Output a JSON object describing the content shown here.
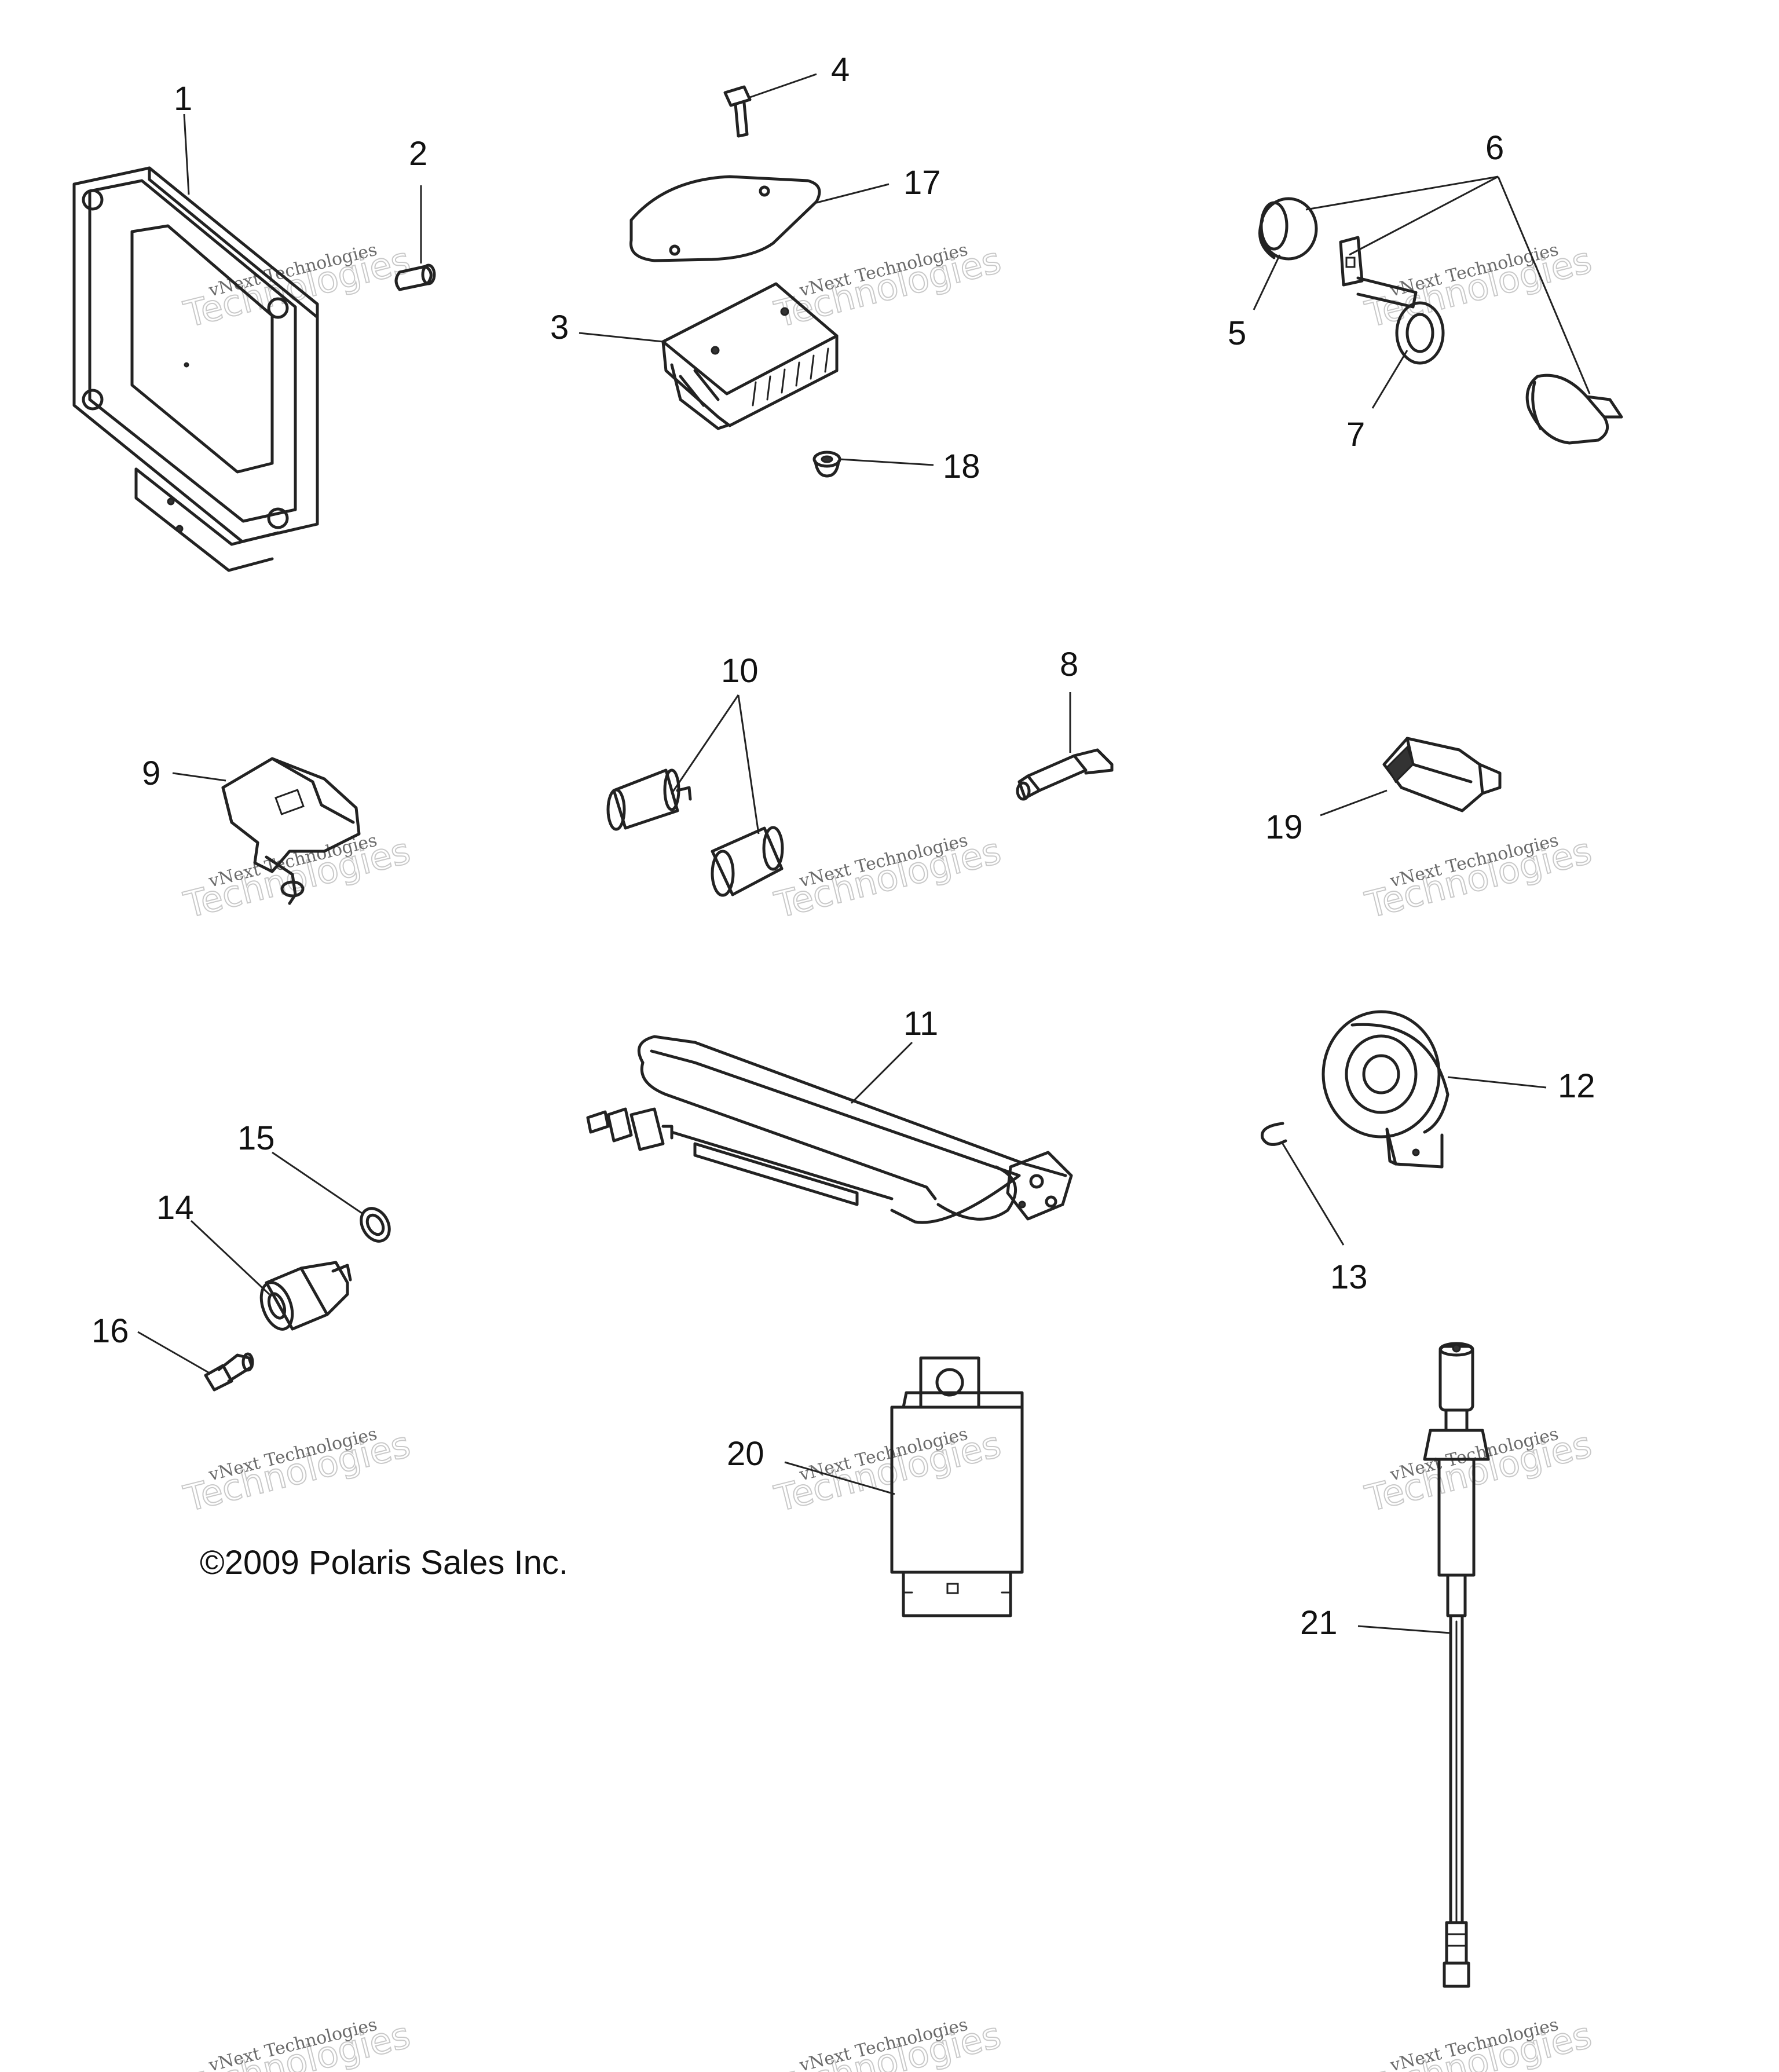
{
  "callouts": [
    "1",
    "2",
    "3",
    "4",
    "5",
    "6",
    "7",
    "8",
    "9",
    "10",
    "11",
    "12",
    "13",
    "14",
    "15",
    "16",
    "17",
    "18",
    "19",
    "20",
    "21"
  ],
  "copyright": "©2009 Polaris Sales Inc.",
  "watermark": {
    "line1": "vNext Technologies",
    "line2": "Technologies"
  },
  "parts": [
    {
      "id": "1",
      "icon": "ecu-module-icon"
    },
    {
      "id": "2",
      "icon": "pin-icon"
    },
    {
      "id": "3",
      "icon": "regulator-icon"
    },
    {
      "id": "4",
      "icon": "screw-icon"
    },
    {
      "id": "5",
      "icon": "cap-icon"
    },
    {
      "id": "6",
      "icon": "key-switch-icon"
    },
    {
      "id": "7",
      "icon": "nut-icon"
    },
    {
      "id": "8",
      "icon": "temperature-sensor-icon"
    },
    {
      "id": "9",
      "icon": "map-sensor-icon"
    },
    {
      "id": "10",
      "icon": "fuse-icon"
    },
    {
      "id": "11",
      "icon": "harness-icon"
    },
    {
      "id": "12",
      "icon": "knock-sensor-icon"
    },
    {
      "id": "13",
      "icon": "clip-icon"
    },
    {
      "id": "14",
      "icon": "speed-sensor-icon"
    },
    {
      "id": "15",
      "icon": "o-ring-icon"
    },
    {
      "id": "16",
      "icon": "bolt-icon"
    },
    {
      "id": "17",
      "icon": "gasket-icon"
    },
    {
      "id": "18",
      "icon": "grommet-icon"
    },
    {
      "id": "19",
      "icon": "relay-switch-icon"
    },
    {
      "id": "20",
      "icon": "relay-module-icon"
    },
    {
      "id": "21",
      "icon": "oxygen-sensor-icon"
    }
  ]
}
